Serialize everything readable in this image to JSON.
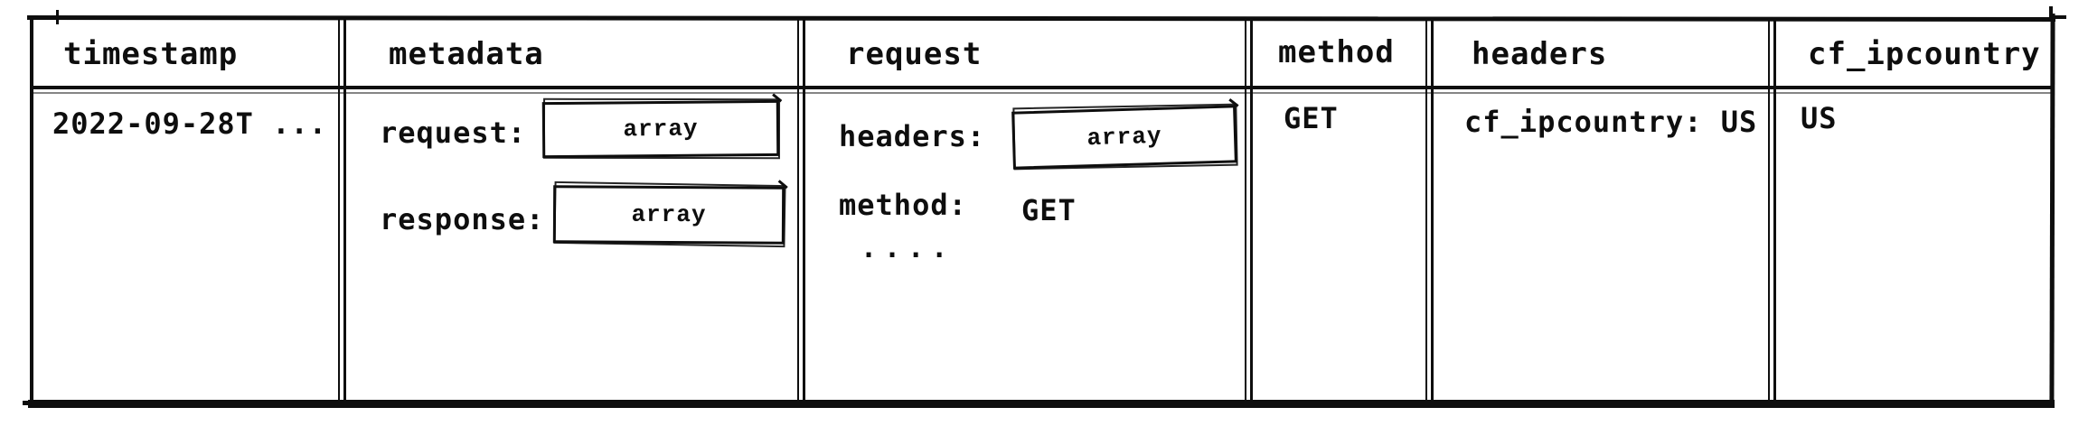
{
  "colors": {
    "ink": "#0e0e0e",
    "paper": "#ffffff"
  },
  "table": {
    "headers": [
      "timestamp",
      "metadata",
      "request",
      "method",
      "headers",
      "cf_ipcountry"
    ],
    "row": {
      "timestamp": "2022-09-28T ...",
      "metadata": {
        "request_key": "request:",
        "request_value": "array",
        "response_key": "response:",
        "response_value": "array"
      },
      "request": {
        "headers_key": "headers:",
        "headers_value": "array",
        "method_key": "method:",
        "method_value": "GET",
        "more_indicator": "...."
      },
      "method": "GET",
      "headers": "cf_ipcountry: US",
      "cf_ipcountry": "US"
    }
  }
}
